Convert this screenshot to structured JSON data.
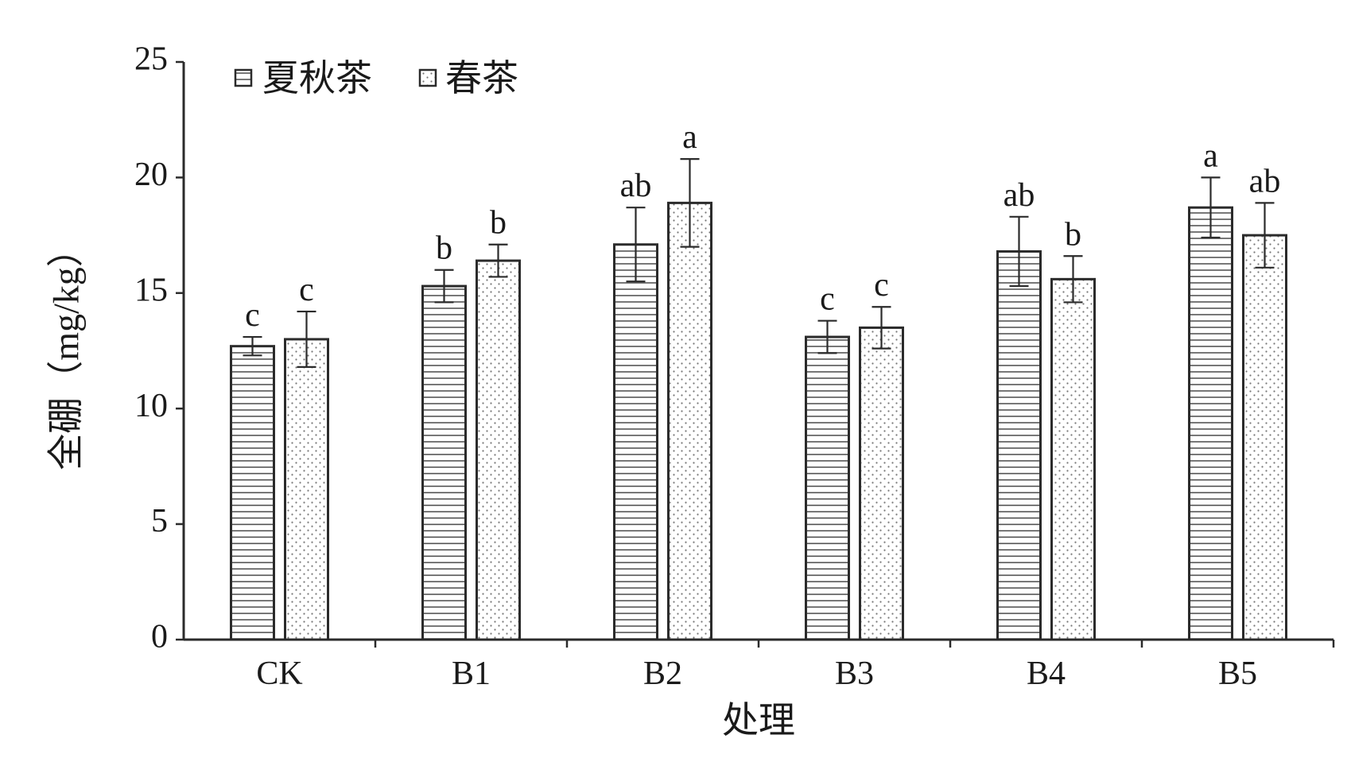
{
  "chart_data": {
    "type": "bar",
    "title": "",
    "xlabel": "处理",
    "ylabel": "全硼（mg/kg）",
    "categories": [
      "CK",
      "B1",
      "B2",
      "B3",
      "B4",
      "B5"
    ],
    "ylim": [
      0,
      25
    ],
    "yticks": [
      0,
      5,
      10,
      15,
      20,
      25
    ],
    "grid": false,
    "legend_position": "top-left",
    "series": [
      {
        "name": "夏秋茶",
        "pattern": "horizontal-lines",
        "values": [
          12.7,
          15.3,
          17.1,
          13.1,
          16.8,
          18.7
        ],
        "errors": [
          0.4,
          0.7,
          1.6,
          0.7,
          1.5,
          1.3
        ],
        "significance": [
          "c",
          "b",
          "ab",
          "c",
          "ab",
          "a"
        ]
      },
      {
        "name": "春茶",
        "pattern": "dots",
        "values": [
          13.0,
          16.4,
          18.9,
          13.5,
          15.6,
          17.5
        ],
        "errors": [
          1.2,
          0.7,
          1.9,
          0.9,
          1.0,
          1.4
        ],
        "significance": [
          "c",
          "b",
          "a",
          "c",
          "b",
          "ab"
        ]
      }
    ],
    "colors": {
      "stroke": "#2b2b2b",
      "hatch": "#555555",
      "dot": "#777777",
      "background": "#ffffff"
    }
  }
}
